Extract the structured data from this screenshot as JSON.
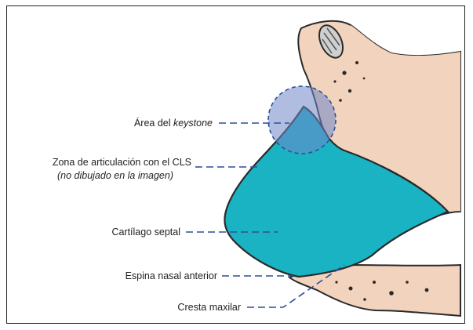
{
  "labels": {
    "keystone_prefix": "Área del ",
    "keystone_italic": "keystone",
    "articulation_line1": "Zona de articulación con el CLS",
    "articulation_line2": "(no dibujado en la imagen)",
    "septal_cartilage": "Cartílago septal",
    "anterior_nasal_spine": "Espina nasal anterior",
    "maxillary_crest": "Cresta maxilar"
  },
  "colors": {
    "bone": "#f2d3bd",
    "cartilage": "#1ab3c4",
    "keystone_overlay": "#6f86c9",
    "leader_line": "#2b4f99",
    "outline": "#2a2a2a"
  }
}
